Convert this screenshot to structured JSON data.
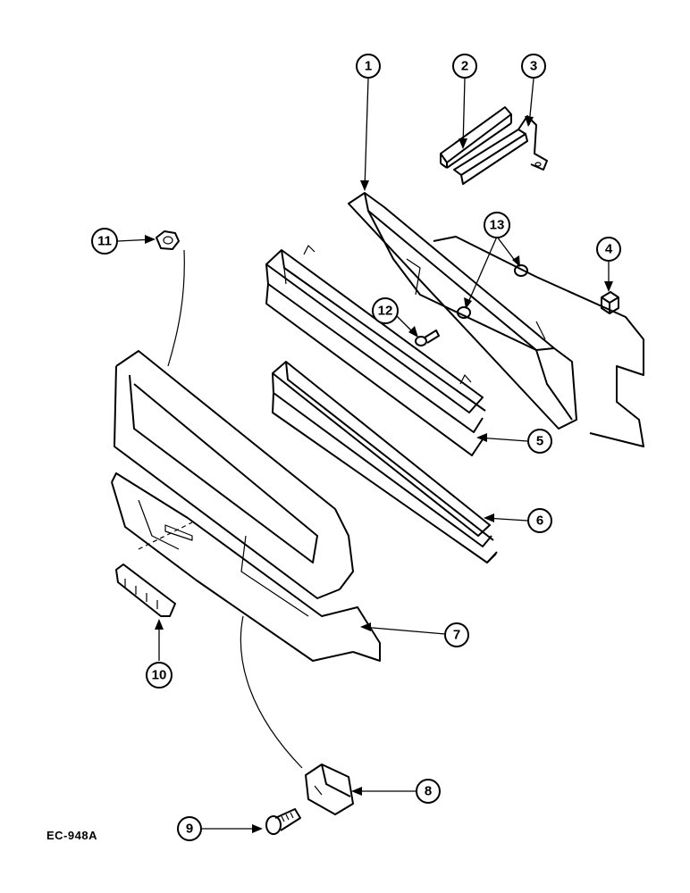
{
  "diagram": {
    "code": "EC-948A",
    "callouts": [
      {
        "id": "1",
        "label": "1"
      },
      {
        "id": "2",
        "label": "2"
      },
      {
        "id": "3",
        "label": "3"
      },
      {
        "id": "4",
        "label": "4"
      },
      {
        "id": "5",
        "label": "5"
      },
      {
        "id": "6",
        "label": "6"
      },
      {
        "id": "7",
        "label": "7"
      },
      {
        "id": "8",
        "label": "8"
      },
      {
        "id": "9",
        "label": "9"
      },
      {
        "id": "10",
        "label": "10"
      },
      {
        "id": "11",
        "label": "11"
      },
      {
        "id": "12",
        "label": "12"
      },
      {
        "id": "13",
        "label": "13"
      }
    ]
  }
}
